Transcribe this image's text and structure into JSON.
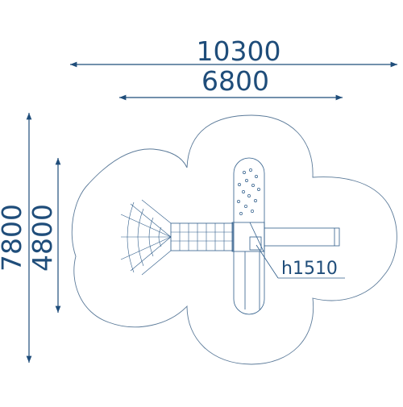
{
  "dimensions": {
    "overall_width": "10300",
    "equipment_width": "6800",
    "overall_depth": "7800",
    "equipment_depth": "4800"
  },
  "annotations": {
    "platform_height": "h1510"
  },
  "colors": {
    "dimension": "#1f4d7a",
    "outline": "#5b7a99",
    "parts": "#2f5d8a"
  }
}
